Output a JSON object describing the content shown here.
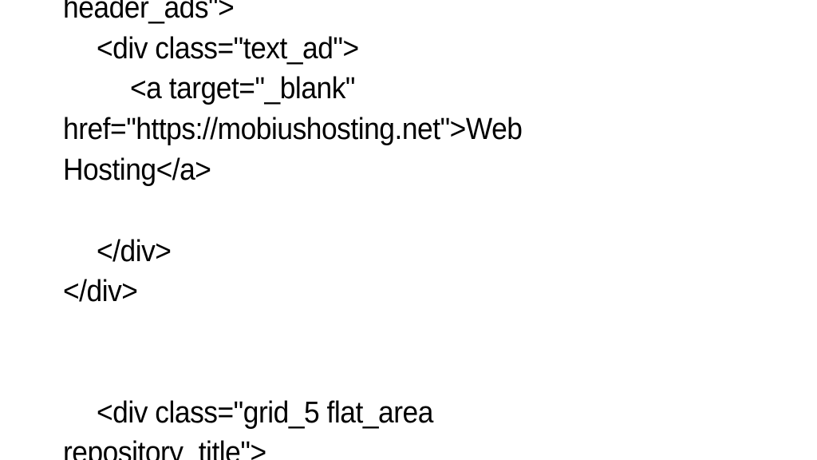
{
  "text_color": "#000000",
  "background_color": "#ffffff",
  "lines": [
    "header_ads\">",
    "<div class=\"text_ad\">",
    "<a target=\"_blank\"",
    "href=\"https://mobiushosting.net\">Web",
    "Hosting</a>",
    "</div>",
    "</div>",
    "<div class=\"grid_5 flat_area",
    "repository_title\">"
  ]
}
